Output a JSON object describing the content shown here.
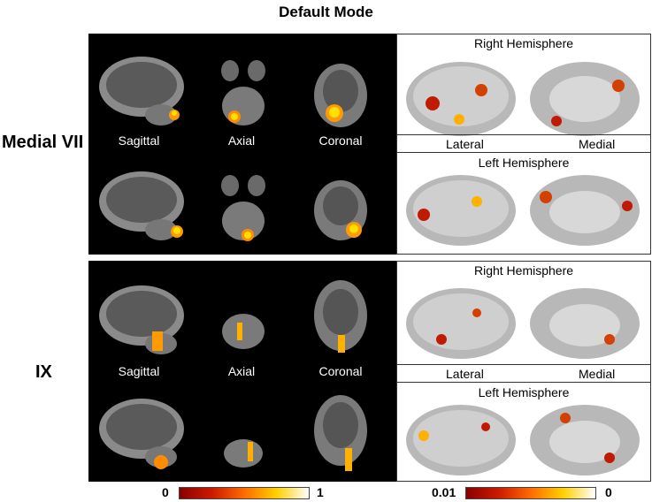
{
  "figure": {
    "title": "Default Mode",
    "panels": [
      {
        "row_label": "Medial VII",
        "view_labels": [
          "Sagittal",
          "Axial",
          "Coronal"
        ],
        "right_hemisphere_label": "Right Hemisphere",
        "left_hemisphere_label": "Left Hemisphere",
        "lateral_label": "Lateral",
        "medial_label": "Medial"
      },
      {
        "row_label": "IX",
        "view_labels": [
          "Sagittal",
          "Axial",
          "Coronal"
        ],
        "right_hemisphere_label": "Right Hemisphere",
        "left_hemisphere_label": "Left Hemisphere",
        "lateral_label": "Lateral",
        "medial_label": "Medial"
      }
    ],
    "colorbars": [
      {
        "min_label": "0",
        "max_label": "1",
        "gradient": [
          "#8b0000",
          "#cc1a00",
          "#ff6a00",
          "#ffd000",
          "#ffffff"
        ]
      },
      {
        "min_label": "0.01",
        "max_label": "0",
        "gradient": [
          "#8b0000",
          "#cc1a00",
          "#ff6a00",
          "#ffd000",
          "#ffffff"
        ]
      }
    ],
    "colors": {
      "background": "#000000",
      "activation_hot": "#ffd400",
      "activation_mid": "#ff6a00",
      "activation_low": "#b80000"
    }
  }
}
